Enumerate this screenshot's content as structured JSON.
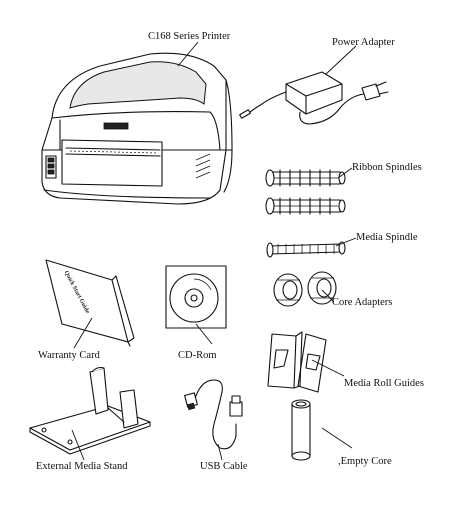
{
  "labels": {
    "printer": "C168 Series Printer",
    "power_adapter": "Power Adapter",
    "ribbon_spindles": "Ribbon Spindles",
    "media_spindle": "Media Spindle",
    "core_adapters": "Core Adapters",
    "warranty_card": "Warranty Card",
    "cd_rom": "CD-Rom",
    "media_roll_guides": "Media Roll Guides",
    "external_media_stand": "External Media Stand",
    "usb_cable": "USB Cable",
    "empty_core": ",Empty Core"
  },
  "booklet_text": "Quick Start Guide"
}
